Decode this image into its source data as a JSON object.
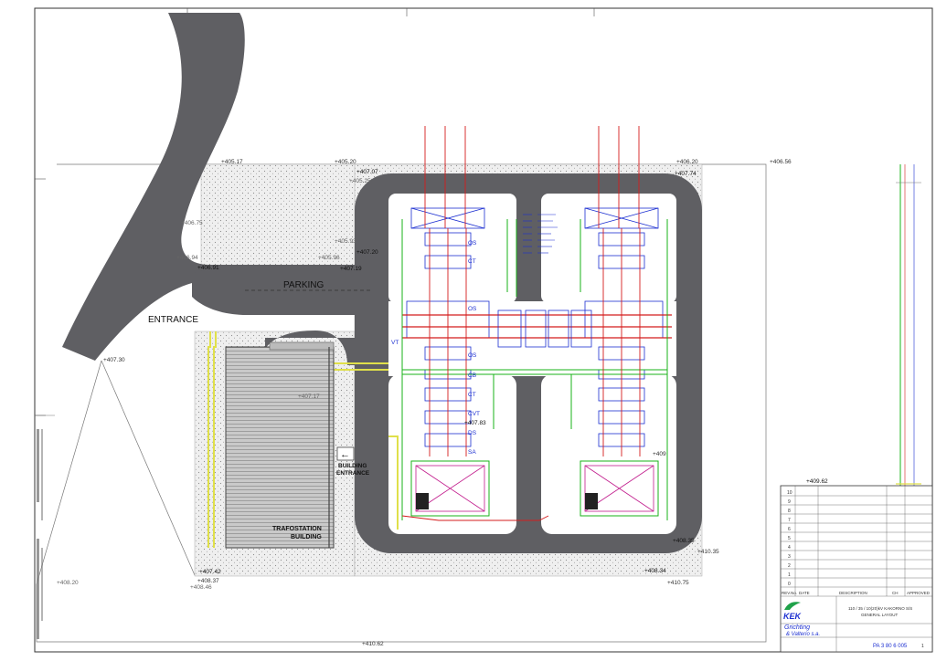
{
  "drawing": {
    "area_labels": {
      "entrance": "ENTRANCE",
      "parking": "PARKING",
      "building_entrance_1": "BUILDING",
      "building_entrance_2": "ENTRANCE",
      "trafostation_1": "TRAFOSTATION",
      "trafostation_2": "BUILDING"
    },
    "elevations": [
      "+405.17",
      "+405.20",
      "+407.07",
      "+405.25",
      "+406.20",
      "+407.74",
      "+406.56",
      "+406.75",
      "+405.93",
      "+407.20",
      "+405.96",
      "+407.19",
      "+406.94",
      "+406.91",
      "+407.30",
      "+407.17",
      "+407.83",
      "+409",
      "+409.62",
      "+408.35",
      "+410.35",
      "+407.42",
      "+408.37",
      "+408.46",
      "+408.34",
      "+410.75",
      "+408.20",
      "+410.62"
    ],
    "equipment_labels": [
      "OS",
      "CT",
      "OS",
      "OS",
      "CB",
      "CT",
      "CVT",
      "DS",
      "SA",
      "VT"
    ],
    "colors": {
      "road": "#5f5f63",
      "gravel": "#dcdcdc",
      "building": "#bdbdbd",
      "equipment": "#1c2fd1",
      "feeder": "#d41c1c",
      "cable": "#19b319",
      "yellow": "#e0e04a"
    }
  },
  "title_block": {
    "revision_numbers": [
      "10",
      "9",
      "8",
      "7",
      "6",
      "5",
      "4",
      "3",
      "2",
      "1",
      "0"
    ],
    "header_rev": "REV.No.",
    "header_date": "DATE",
    "header_description": "DESCRIPTION",
    "header_checked": "CH",
    "header_approved": "APPROVED",
    "client_logo": "KEK",
    "company_line1": "Grichting",
    "company_line2": "& Valterio s.a.",
    "project_line1": "110 / 35 / 10(20)kV KAKORNO S/S",
    "project_line2": "GENERAL LAYOUT",
    "drawing_number": "PA 3 80 6 005",
    "sheet": "1"
  }
}
